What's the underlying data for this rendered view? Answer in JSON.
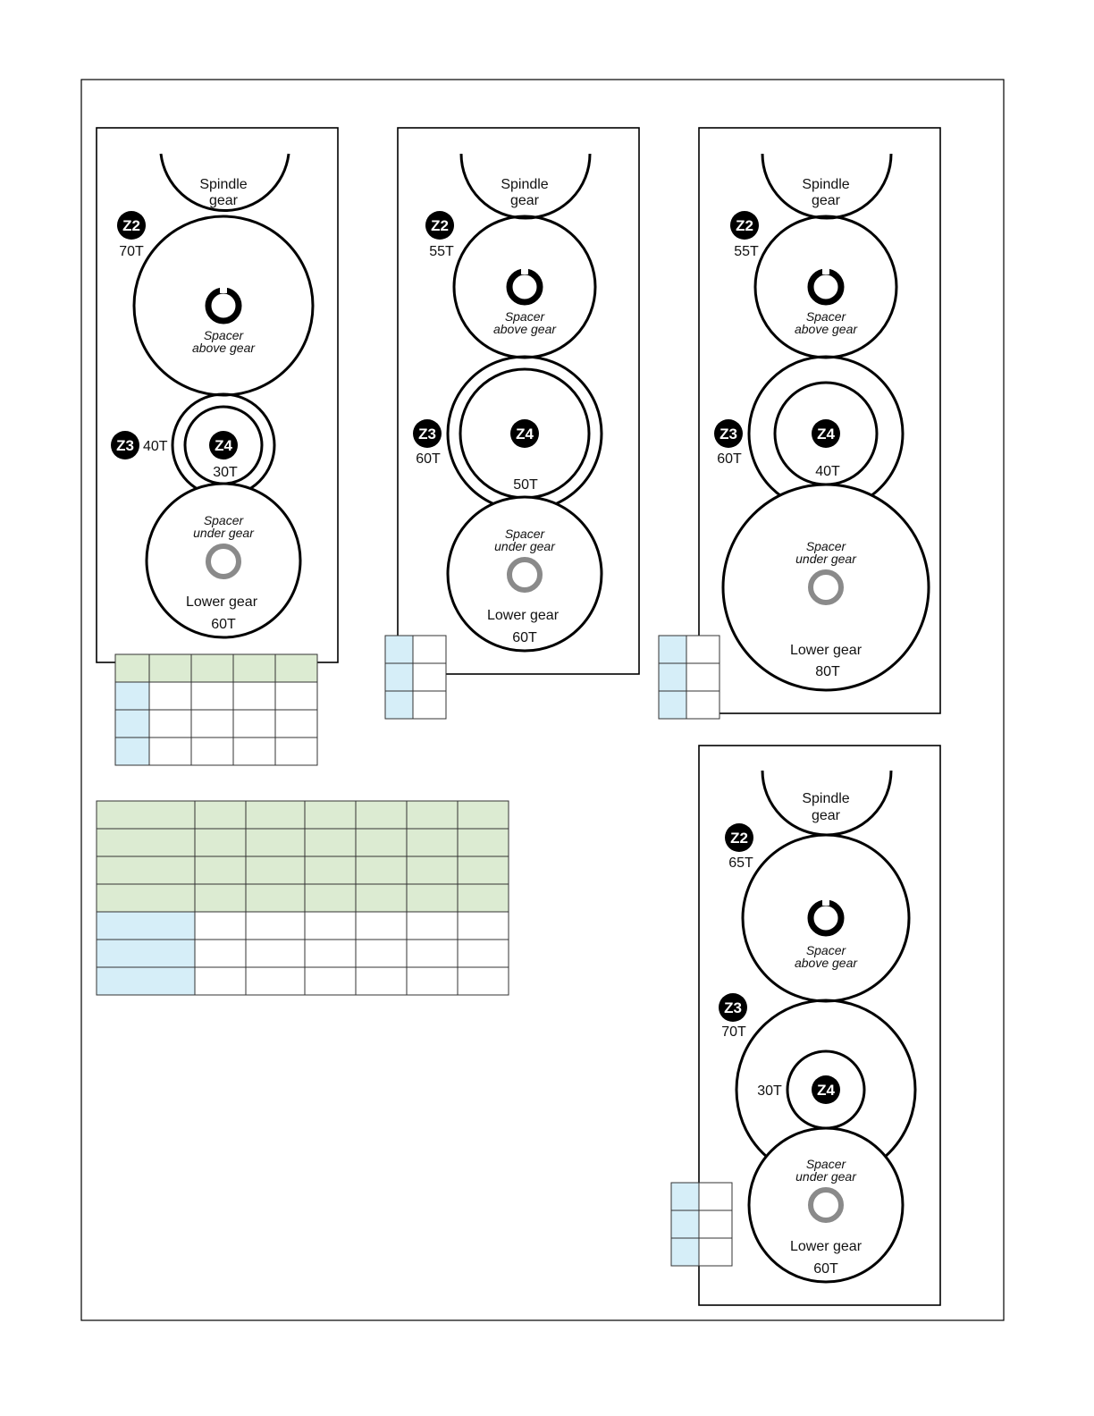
{
  "panel_a": {
    "spindle": "Spindle",
    "spindle2": "gear",
    "z2": "Z2",
    "z2_teeth": "70T",
    "spacer_above": "Spacer",
    "spacer_above2": "above gear",
    "z3": "Z3",
    "z3_teeth": "40T",
    "z4": "Z4",
    "z4_teeth": "30T",
    "spacer_under": "Spacer",
    "spacer_under2": "under gear",
    "lower": "Lower gear",
    "lower_teeth": "60T"
  },
  "panel_b": {
    "spindle": "Spindle",
    "spindle2": "gear",
    "z2": "Z2",
    "z2_teeth": "55T",
    "spacer_above": "Spacer",
    "spacer_above2": "above gear",
    "z3": "Z3",
    "z3_teeth": "60T",
    "z4": "Z4",
    "z4_teeth": "50T",
    "spacer_under": "Spacer",
    "spacer_under2": "under gear",
    "lower": "Lower gear",
    "lower_teeth": "60T"
  },
  "panel_c": {
    "spindle": "Spindle",
    "spindle2": "gear",
    "z2": "Z2",
    "z2_teeth": "55T",
    "spacer_above": "Spacer",
    "spacer_above2": "above gear",
    "z3": "Z3",
    "z3_teeth": "60T",
    "z4": "Z4",
    "z4_teeth": "40T",
    "spacer_under": "Spacer",
    "spacer_under2": "under gear",
    "lower": "Lower gear",
    "lower_teeth": "80T"
  },
  "panel_d": {
    "spindle": "Spindle",
    "spindle2": "gear",
    "z2": "Z2",
    "z2_teeth": "65T",
    "spacer_above": "Spacer",
    "spacer_above2": "above gear",
    "z3": "Z3",
    "z3_teeth": "70T",
    "z4": "Z4",
    "z4_teeth": "30T",
    "spacer_under": "Spacer",
    "spacer_under2": "under gear",
    "lower": "Lower gear",
    "lower_teeth": "60T"
  },
  "colors": {
    "header_green": "#dcebd2",
    "header_blue": "#d6eef8",
    "gray_spacer": "#8a8a8a"
  }
}
